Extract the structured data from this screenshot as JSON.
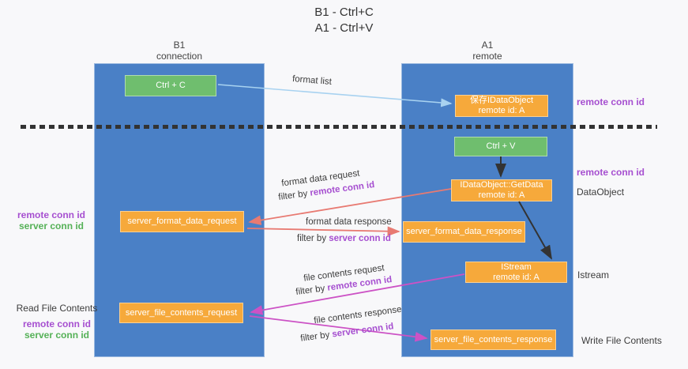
{
  "title": {
    "line1": "B1 - Ctrl+C",
    "line2": "A1 - Ctrl+V"
  },
  "columns": {
    "left": {
      "header_line1": "B1",
      "header_line2": "connection"
    },
    "right": {
      "header_line1": "A1",
      "header_line2": "remote"
    }
  },
  "boxes": {
    "ctrl_c": {
      "label": "Ctrl + C"
    },
    "save_idataobject": {
      "line1": "保存IDataObject",
      "line2": "remote id: A"
    },
    "ctrl_v": {
      "label": "Ctrl + V"
    },
    "getdata": {
      "line1": "IDataObject::GetData",
      "line2": "remote id: A"
    },
    "format_request": {
      "label": "server_format_data_request"
    },
    "format_response": {
      "label": "server_format_data_response"
    },
    "istream": {
      "line1": "IStream",
      "line2": "remote id: A"
    },
    "file_request": {
      "label": "server_file_contents_request"
    },
    "file_response": {
      "label": "server_file_contents_response"
    }
  },
  "arrow_labels": {
    "format_list": "format list",
    "format_data_request": "format data request",
    "format_data_response": "format data response",
    "file_contents_request": "file contents request",
    "file_contents_response": "file contents response",
    "filter_by_prefix": "filter by ",
    "remote_conn_id": "remote conn id",
    "server_conn_id": "server conn id"
  },
  "side_labels": {
    "remote_conn_id_top": "remote conn id",
    "remote_conn_id_mid": "remote conn id",
    "dataobject": "DataObject",
    "istream": "Istream",
    "write_file_contents": "Write File Contents",
    "read_file_contents": "Read File Contents",
    "left1_remote_conn_id": "remote conn id",
    "left1_server_conn_id": "server conn id",
    "left2_remote_conn_id": "remote conn id",
    "left2_server_conn_id": "server conn id"
  },
  "colors": {
    "column_blue": "#4a80c6",
    "box_orange": "#f6a93b",
    "box_green": "#6fbe6e",
    "purple": "#a64fd0",
    "green_text": "#55b157",
    "salmon_arrow": "#e87a72",
    "magenta_arrow": "#cc52c5",
    "light_blue_arrow": "#a8d2f0"
  }
}
